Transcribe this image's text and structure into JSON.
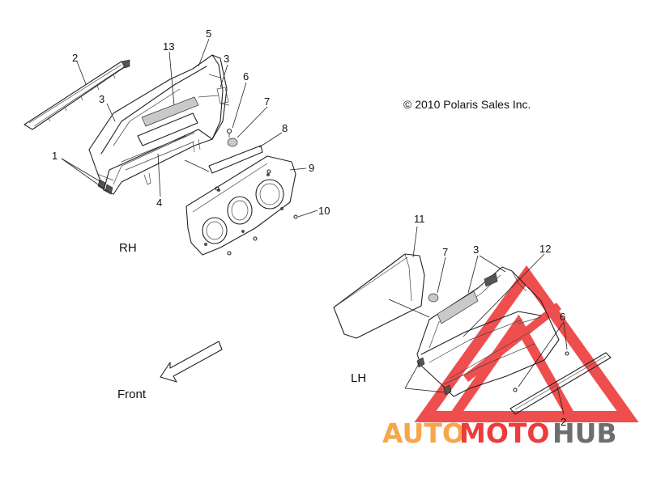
{
  "copyright": "© 2010 Polaris Sales Inc.",
  "side_labels": {
    "rh": "RH",
    "lh": "LH"
  },
  "front_label": "Front",
  "callouts": {
    "c1": "1",
    "c2": "2",
    "c3": "3",
    "c3b": "3",
    "c4": "4",
    "c5": "5",
    "c6": "6",
    "c7": "7",
    "c8": "8",
    "c9": "9",
    "c10": "10",
    "c13": "13",
    "c11": "11",
    "c7b": "7",
    "c3c": "3",
    "c12": "12",
    "c6b": "6",
    "c2b": "2"
  },
  "watermark": {
    "text_part1": "AUTO",
    "text_part2": "MOTO",
    "text_part3": "HUB",
    "color_orange": "#f7a64a",
    "color_red": "#ee3b3b",
    "color_gray": "#6e6e6e"
  }
}
